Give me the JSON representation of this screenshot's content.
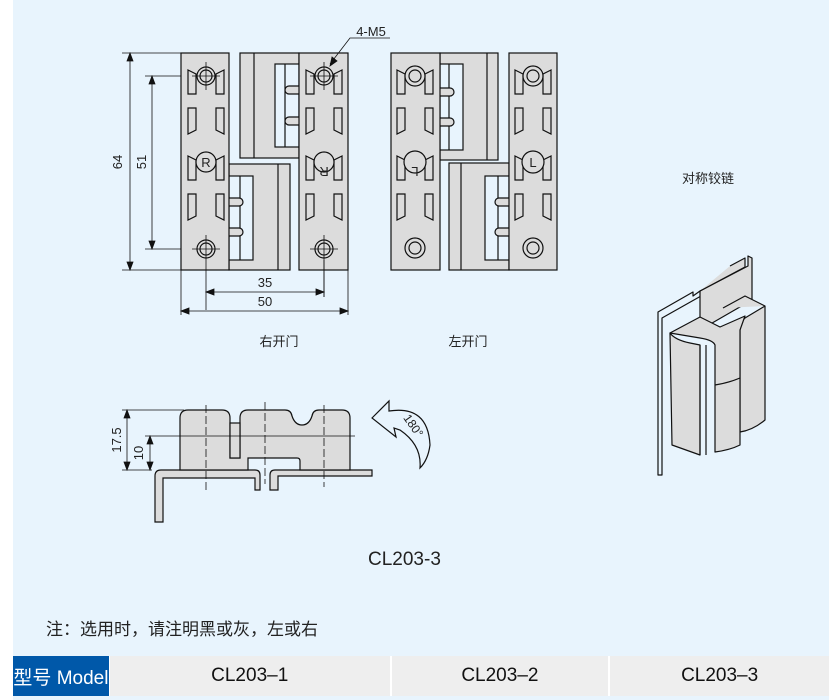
{
  "drawing": {
    "callout_thread": "4-M5",
    "dim_height_total": "64",
    "dim_height_holes": "51",
    "dim_width_holes": "35",
    "dim_width_total": "50",
    "mark_right": "R",
    "mark_left": "L",
    "label_right_door": "右开门",
    "label_left_door": "左开门",
    "label_symmetric": "对称铰链",
    "dim_side_total": "17.5",
    "dim_side_axis": "10",
    "rotation_angle": "180°",
    "model_caption": "CL203-3"
  },
  "note": "注：选用时，请注明黑或灰，左或右",
  "table": {
    "header": "型号 Model",
    "models": [
      "CL203–1",
      "CL203–2",
      "CL203–3"
    ]
  },
  "colors": {
    "background": "#e8f4fd",
    "header": "#0058a9",
    "part": "#dcdcdc"
  }
}
